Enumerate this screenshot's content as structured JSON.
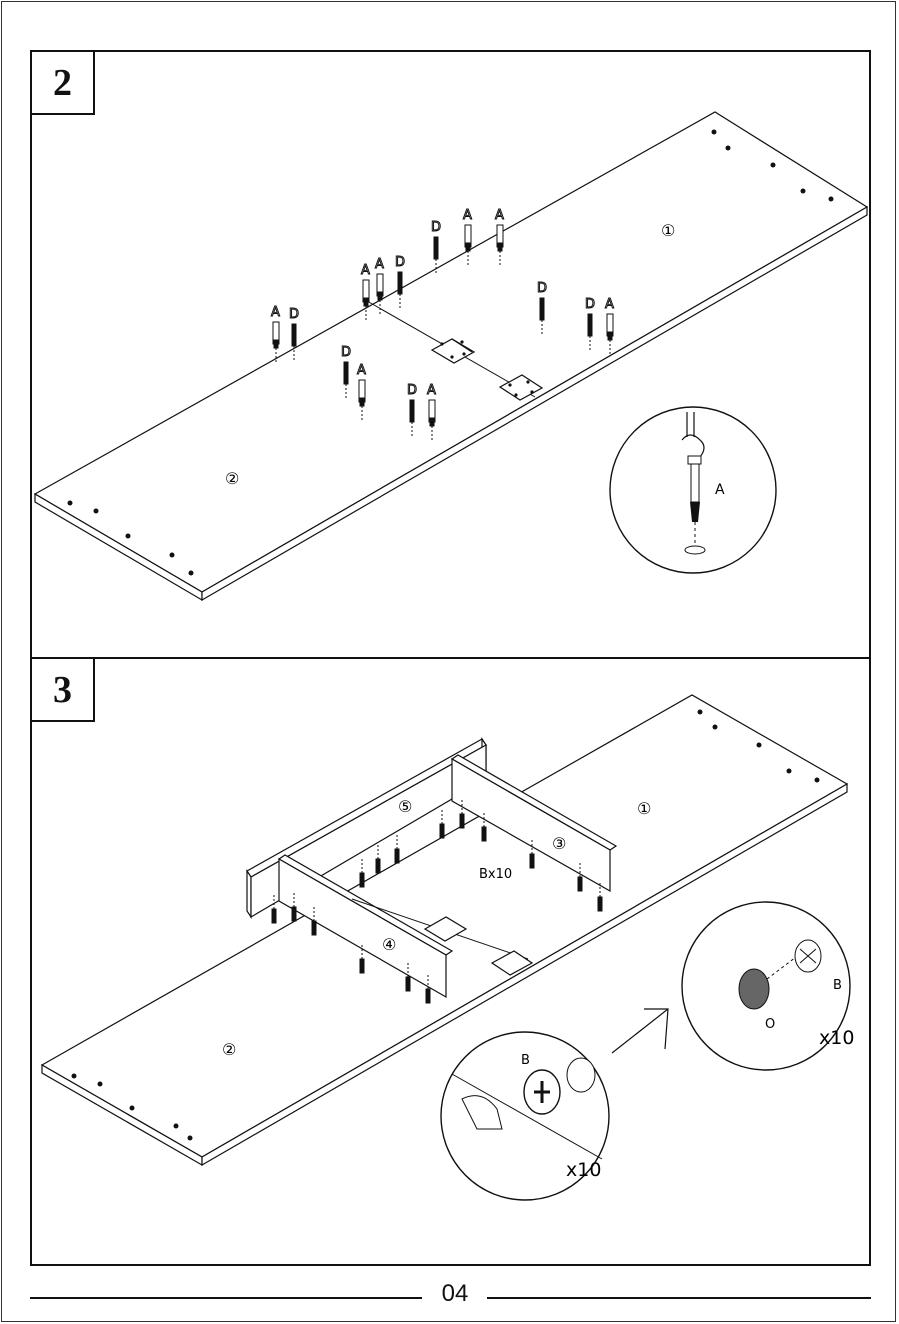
{
  "page_number": "04",
  "steps": [
    {
      "number": "2",
      "panel_labels": {
        "part_1": "①",
        "part_2": "②"
      },
      "fittings": [
        "A",
        "D",
        "A",
        "D",
        "A",
        "D",
        "A",
        "A",
        "D",
        "D",
        "A",
        "D",
        "A",
        "D",
        "A"
      ],
      "detail": {
        "label": "A"
      }
    },
    {
      "number": "3",
      "panel_labels": {
        "part_1": "①",
        "part_2": "②",
        "part_3": "③",
        "part_4": "④",
        "part_5": "⑤"
      },
      "callout": "Bx10",
      "detail_left": {
        "label": "B",
        "count": "x10"
      },
      "detail_right": {
        "label_b": "B",
        "label_o": "O",
        "count": "x10"
      }
    }
  ]
}
